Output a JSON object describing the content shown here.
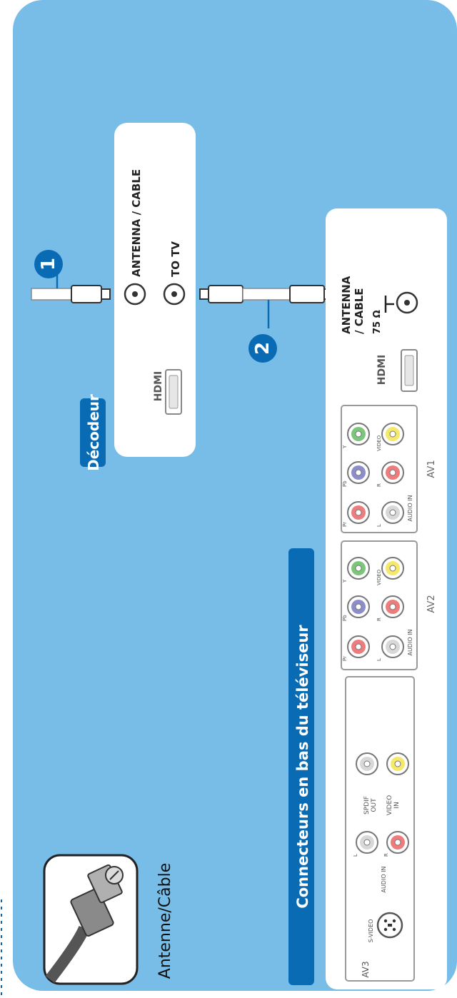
{
  "colors": {
    "background_panel": "#77BDE8",
    "box_white": "#FFFFFF",
    "accent_blue": "#0A6BB5",
    "text_dark": "#333333",
    "component_green": "#7BC67A",
    "component_blue": "#8C8DC9",
    "component_red": "#EE7C7C",
    "composite_yellow": "#F5E96B",
    "audio_white": "#D8D8D8"
  },
  "corner_caption": "Antenne/Câble",
  "decoder": {
    "title": "Décodeur",
    "hdmi_label": "HDMI",
    "port_antenna_label": "ANTENNA / CABLE",
    "port_totv_label": "TO TV"
  },
  "cable_steps": [
    "1",
    "2"
  ],
  "tv": {
    "title": "Connecteurs en bas du téléviseur",
    "antenna_label_line1": "ANTENNA",
    "antenna_label_line2": "/ CABLE",
    "impedance_label": "75 Ω",
    "hdmi_label": "HDMI",
    "av1": {
      "label": "AV1",
      "jack_labels": [
        "Pr",
        "Pb",
        "Y",
        "L",
        "R",
        "VIDEO"
      ],
      "audio_label": "AUDIO IN"
    },
    "av2": {
      "label": "AV2",
      "jack_labels": [
        "Pr",
        "Pb",
        "Y",
        "L",
        "R",
        "VIDEO"
      ],
      "audio_label": "AUDIO IN"
    },
    "av3": {
      "label": "AV3",
      "svideo_label": "S-VIDEO",
      "audio_label": "AUDIO IN",
      "audio_jack_labels": [
        "L",
        "R"
      ],
      "spdif_label_line1": "SPDIF",
      "spdif_label_line2": "OUT",
      "video_in_line1": "VIDEO",
      "video_in_line2": "IN"
    }
  }
}
